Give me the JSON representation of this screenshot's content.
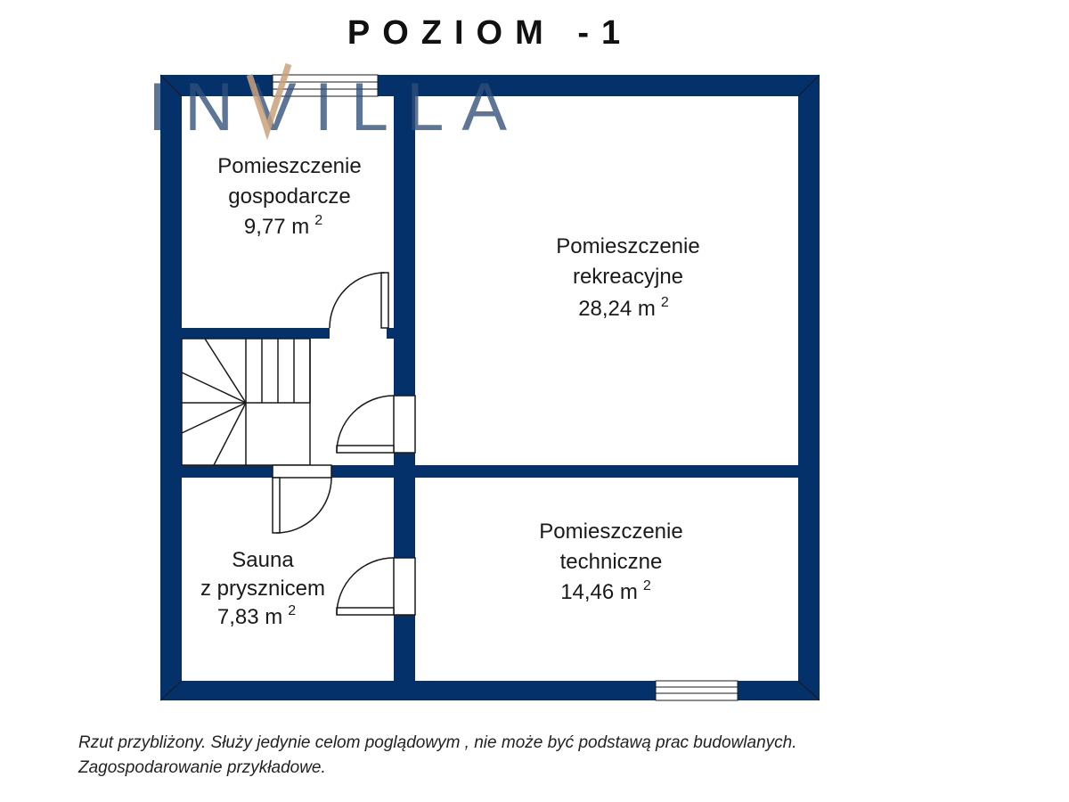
{
  "title": "POZIOM -1",
  "logo_text": "INVILLA",
  "colors": {
    "wall": "#05316b",
    "logo_blue": "#2f4f7a",
    "logo_accent": "#c9a27a",
    "line": "#1a1a1a"
  },
  "rooms": {
    "utility": {
      "line1": "Pomieszczenie",
      "line2": "gospodarcze",
      "area": "9,77 m",
      "unit_exp": "2"
    },
    "recreation": {
      "line1": "Pomieszczenie",
      "line2": "rekreacyjne",
      "area": "28,24 m",
      "unit_exp": "2"
    },
    "technical": {
      "line1": "Pomieszczenie",
      "line2": "techniczne",
      "area": "14,46 m",
      "unit_exp": "2"
    },
    "sauna": {
      "line1": "Sauna",
      "line2": "z prysznicem",
      "area": "7,83 m",
      "unit_exp": "2"
    }
  },
  "footnote": {
    "line1": "Rzut przybliżony. Służy jedynie celom poglądowym , nie może być podstawą prac budowlanych.",
    "line2": "Zagospodarowanie przykładowe."
  }
}
